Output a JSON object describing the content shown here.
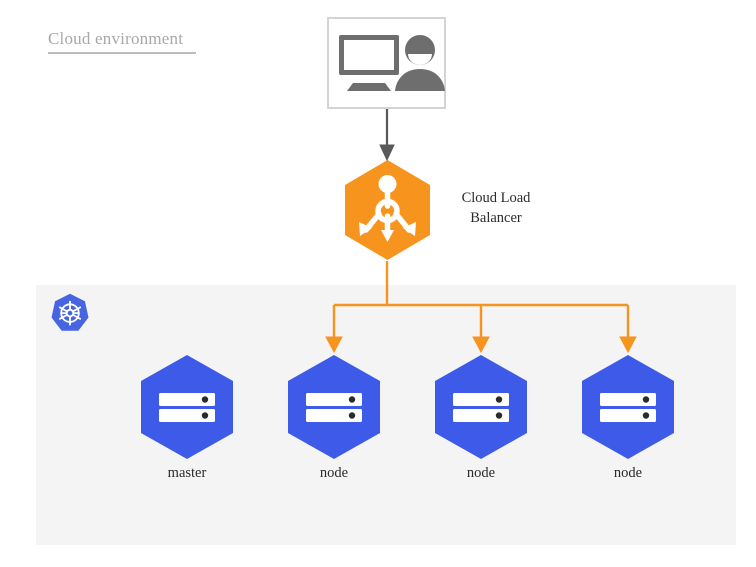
{
  "diagram": {
    "title": "Cloud environment",
    "type": "architecture-diagram"
  },
  "client": {
    "icons": [
      "monitor-icon",
      "user-icon"
    ]
  },
  "load_balancer": {
    "icon": "load-balancer-icon",
    "label_line1": "Cloud Load",
    "label_line2": "Balancer",
    "color": "#F7941E"
  },
  "cluster": {
    "logo": "kubernetes-icon",
    "logo_color": "#4765E0",
    "panel_color": "#F4F4F5",
    "node_color": "#3D5BE8",
    "nodes": [
      {
        "label": "master",
        "icon": "server-icon",
        "role": "master"
      },
      {
        "label": "node",
        "icon": "server-icon",
        "role": "worker"
      },
      {
        "label": "node",
        "icon": "server-icon",
        "role": "worker"
      },
      {
        "label": "node",
        "icon": "server-icon",
        "role": "worker"
      }
    ]
  },
  "connectors": {
    "client_to_lb_color": "#595959",
    "lb_to_nodes_color": "#F7941E"
  }
}
